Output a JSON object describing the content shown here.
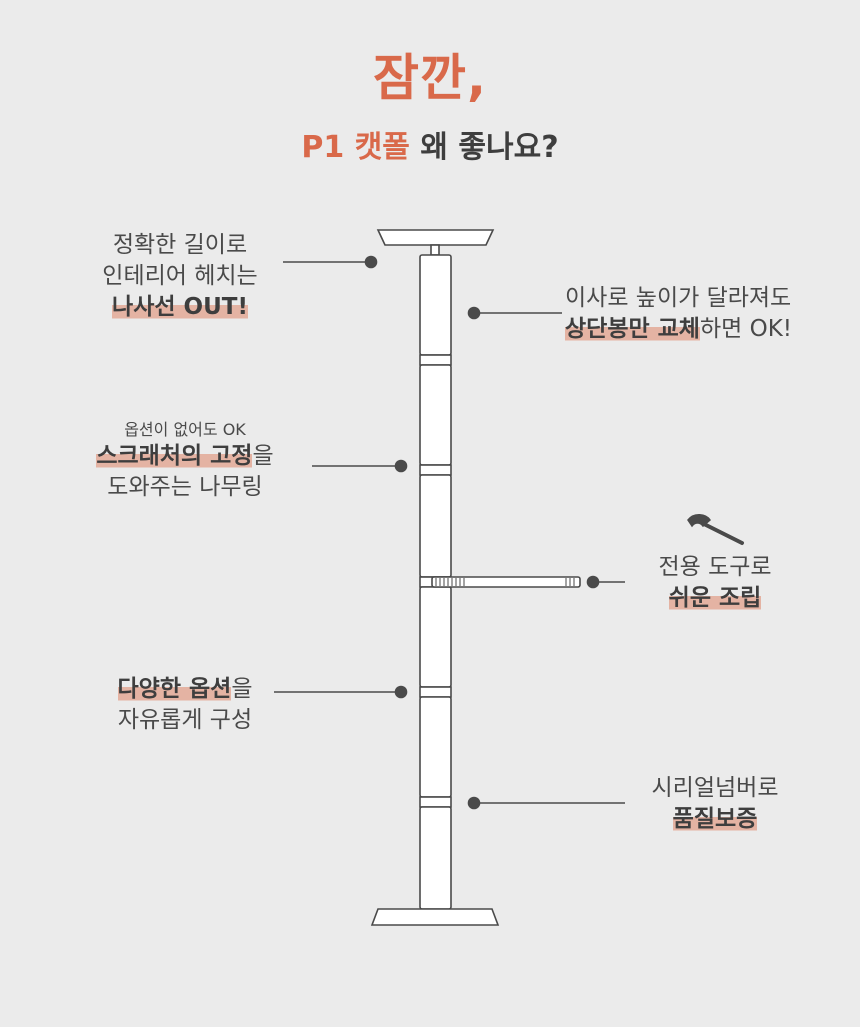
{
  "title": {
    "line1": "잠깐,",
    "accent": "P1 캣폴",
    "rest": " 왜 좋나요?"
  },
  "features": {
    "length": {
      "line1": "정확한 길이로",
      "line2": "인테리어 헤치는",
      "highlight": "나사선 OUT!"
    },
    "height": {
      "line1": "이사로 높이가 달라져도",
      "highlight": "상단봉만 교체",
      "tail": "하면 OK!"
    },
    "scratcher": {
      "small": "옵션이 없어도 OK",
      "highlight": "스크래처의 고정",
      "tail": "을",
      "line3": "도와주는 나무링"
    },
    "tool": {
      "line1": "전용 도구로",
      "highlight": "쉬운 조립"
    },
    "options": {
      "highlight": "다양한 옵션",
      "tail": "을",
      "line2": "자유롭게 구성"
    },
    "serial": {
      "line1": "시리얼넘버로",
      "highlight": "품질보증"
    }
  },
  "colors": {
    "accent": "#d9694a",
    "highlight": "#e4b3a3",
    "line": "#4a4a4a",
    "background": "#ebebeb"
  },
  "icons": {
    "tool": "wrench-icon"
  }
}
